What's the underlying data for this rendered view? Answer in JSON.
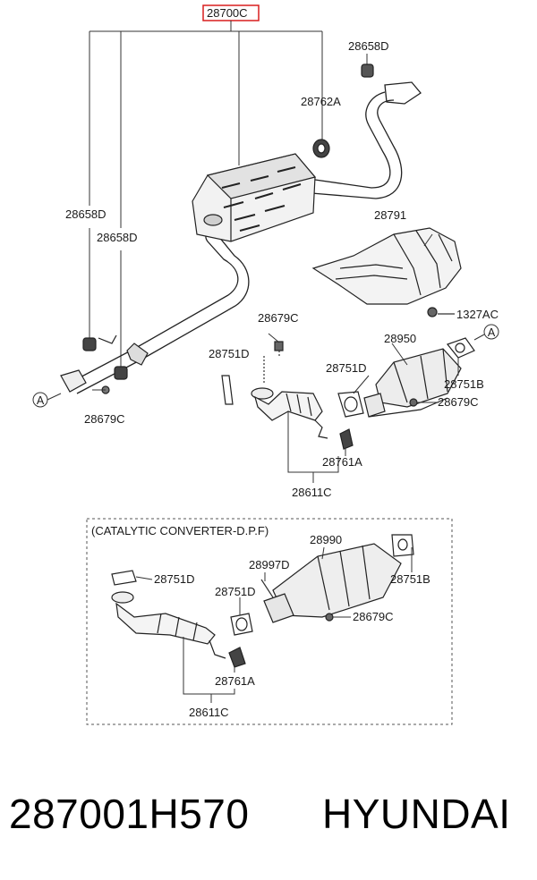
{
  "diagram": {
    "main_assembly": "28700C",
    "labels": {
      "hanger_top_right": "28658D",
      "hanger_left_1": "28658D",
      "hanger_left_2": "28658D",
      "bushing": "28762A",
      "heat_protector": "28791",
      "bolt_protector": "1327AC",
      "nut_top": "28679C",
      "nut_front": "28679C",
      "gasket_a": "28751D",
      "gasket_b": "28751D",
      "catalytic_converter": "28950",
      "gasket_c": "28751B",
      "nut_cat": "28679C",
      "hanger_front": "28761A",
      "front_pipe": "28611C"
    },
    "connector_a": "A",
    "connector_b": "A",
    "dpf_box": {
      "title": "(CATALYTIC CONVERTER-D.P.F)",
      "labels": {
        "dpf": "28990",
        "gasket_left": "28751D",
        "sensor": "28997D",
        "gasket_mid": "28751D",
        "gasket_right": "28751B",
        "nut": "28679C",
        "hanger": "28761A",
        "front_pipe": "28611C"
      }
    },
    "highlight_color": "#d81e1e"
  },
  "footer": {
    "part_number": "287001H570",
    "brand": "HYUNDAI"
  }
}
